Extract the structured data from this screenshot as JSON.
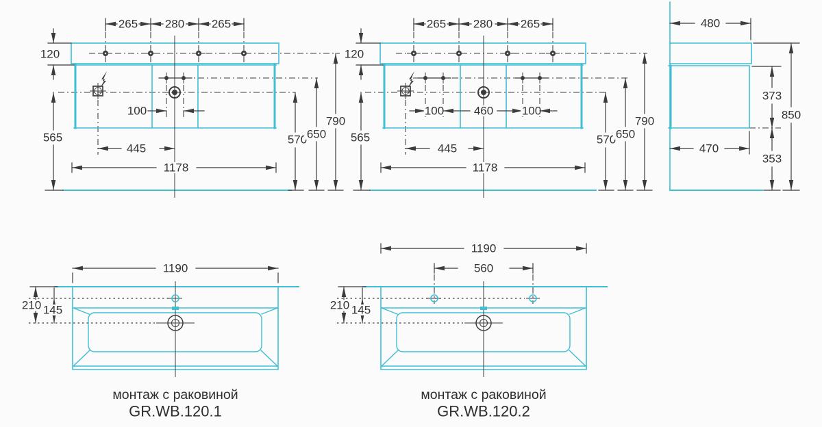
{
  "page": {
    "background": "#fbfbfb"
  },
  "colors": {
    "outline": "#3dbfd4",
    "dimension": "#3b3b3b",
    "text": "#333333"
  },
  "views": {
    "front1": {
      "dims": {
        "mount_left": "265",
        "mount_mid": "280",
        "mount_right": "265",
        "sink_height": "120",
        "socket_to_floor": "565",
        "tap_holes": "100",
        "socket_to_center": "445",
        "cabinet_width": "1178",
        "drain_to_floor": "570",
        "taps_to_floor": "650",
        "mount_to_floor": "790"
      }
    },
    "front2": {
      "dims": {
        "mount_left": "265",
        "mount_mid": "280",
        "mount_right": "265",
        "sink_height": "120",
        "socket_to_floor": "565",
        "left_pair": "100",
        "pair_span": "460",
        "right_pair": "100",
        "socket_to_center": "445",
        "cabinet_width": "1178",
        "drain_to_floor": "570",
        "taps_to_floor": "650",
        "mount_to_floor": "790"
      }
    },
    "side": {
      "dims": {
        "depth": "480",
        "cabinet_height": "373",
        "total_height": "850",
        "bottom_depth": "470",
        "under_cabinet": "353"
      }
    },
    "plan1": {
      "dims": {
        "sink_width": "1190",
        "wall_to_drain": "210",
        "tap_to_drain": "145"
      },
      "caption": "монтаж с раковиной",
      "model": "GR.WB.120.1"
    },
    "plan2": {
      "dims": {
        "sink_width": "1190",
        "tap_spacing": "560",
        "wall_to_drain": "210",
        "tap_to_drain": "145"
      },
      "caption": "монтаж с раковиной",
      "model": "GR.WB.120.2"
    }
  }
}
